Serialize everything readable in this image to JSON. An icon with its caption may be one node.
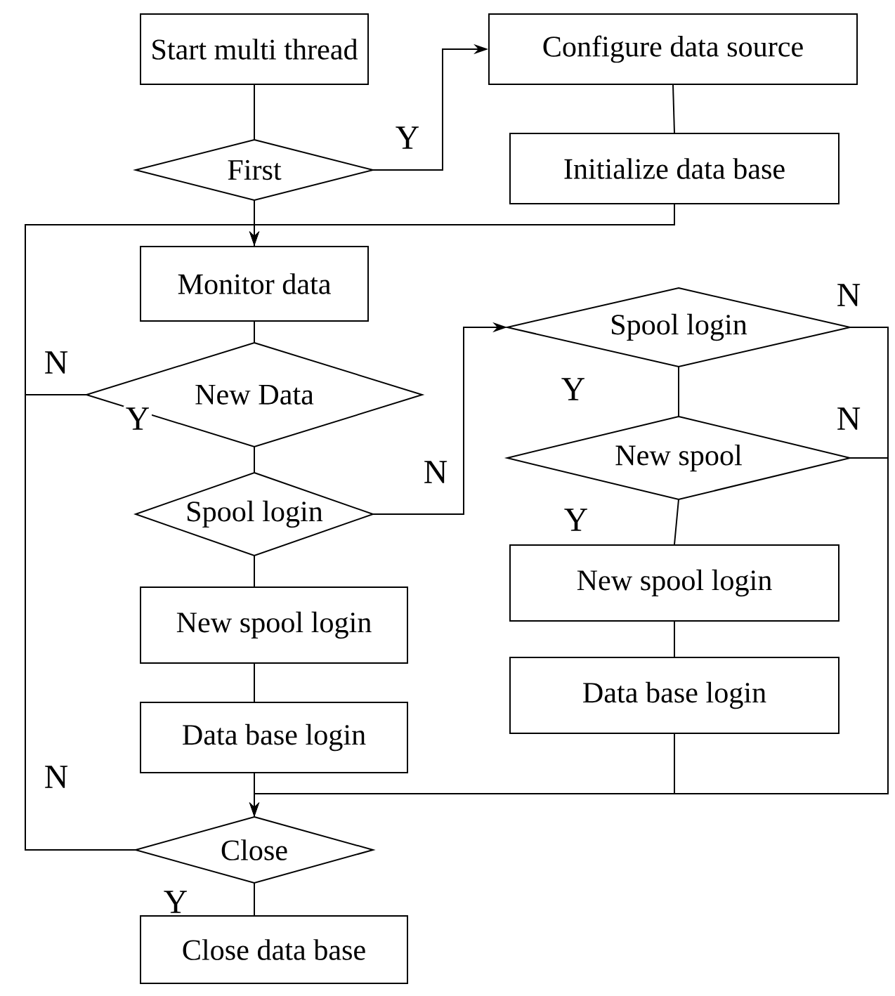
{
  "diagram": {
    "nodes": [
      {
        "text": [
          "Start multi thread"
        ]
      },
      {
        "text": [
          "First"
        ]
      },
      {
        "text": [
          "Configure data source"
        ]
      },
      {
        "text": [
          "Initialize data base"
        ]
      },
      {
        "text": [
          "Monitor data"
        ]
      },
      {
        "text": [
          "New Data"
        ]
      },
      {
        "text": [
          "Spool login"
        ]
      },
      {
        "text": [
          "New spool login"
        ]
      },
      {
        "text": [
          "Data base login"
        ]
      },
      {
        "text": [
          "Close"
        ]
      },
      {
        "text": [
          "Close data base"
        ]
      },
      {
        "text": [
          "Spool login"
        ]
      },
      {
        "text": [
          "New spool"
        ]
      },
      {
        "text": [
          "New spool login"
        ]
      },
      {
        "text": [
          "Data base login"
        ]
      }
    ],
    "edges": [
      {
        "from": 0,
        "to": 1,
        "arrow": "none"
      },
      {
        "from": 1,
        "to": 2,
        "arrow": "to",
        "label": "Y"
      },
      {
        "from": 2,
        "to": 3,
        "arrow": "none"
      },
      {
        "from": 3,
        "to": 4,
        "arrow": "to"
      },
      {
        "from": 1,
        "to": 4,
        "arrow": "none"
      },
      {
        "from": 5,
        "to": 4,
        "arrow": "to",
        "label": "N"
      },
      {
        "from": 4,
        "to": 5,
        "arrow": "none"
      },
      {
        "from": 5,
        "to": 6,
        "arrow": "none",
        "label": "Y"
      },
      {
        "from": 6,
        "to": 11,
        "arrow": "to",
        "label": "N"
      },
      {
        "from": 6,
        "to": 7,
        "arrow": "none"
      },
      {
        "from": 7,
        "to": 8,
        "arrow": "none"
      },
      {
        "from": 8,
        "to": 9,
        "arrow": "none"
      },
      {
        "from": 9,
        "to": 4,
        "arrow": "to",
        "label": "N"
      },
      {
        "from": 9,
        "to": 10,
        "arrow": "none",
        "label": "Y"
      },
      {
        "from": 11,
        "to": 12,
        "arrow": "none",
        "label": "Y"
      },
      {
        "from": 12,
        "to": 13,
        "arrow": "none",
        "label": "Y"
      },
      {
        "from": 13,
        "to": 14,
        "arrow": "none"
      },
      {
        "from": 14,
        "to": 9,
        "arrow": "to"
      },
      {
        "from": 11,
        "to": 9,
        "arrow": "to",
        "label": "N"
      },
      {
        "from": 12,
        "to": 9,
        "arrow": "to",
        "label": "N"
      }
    ]
  }
}
